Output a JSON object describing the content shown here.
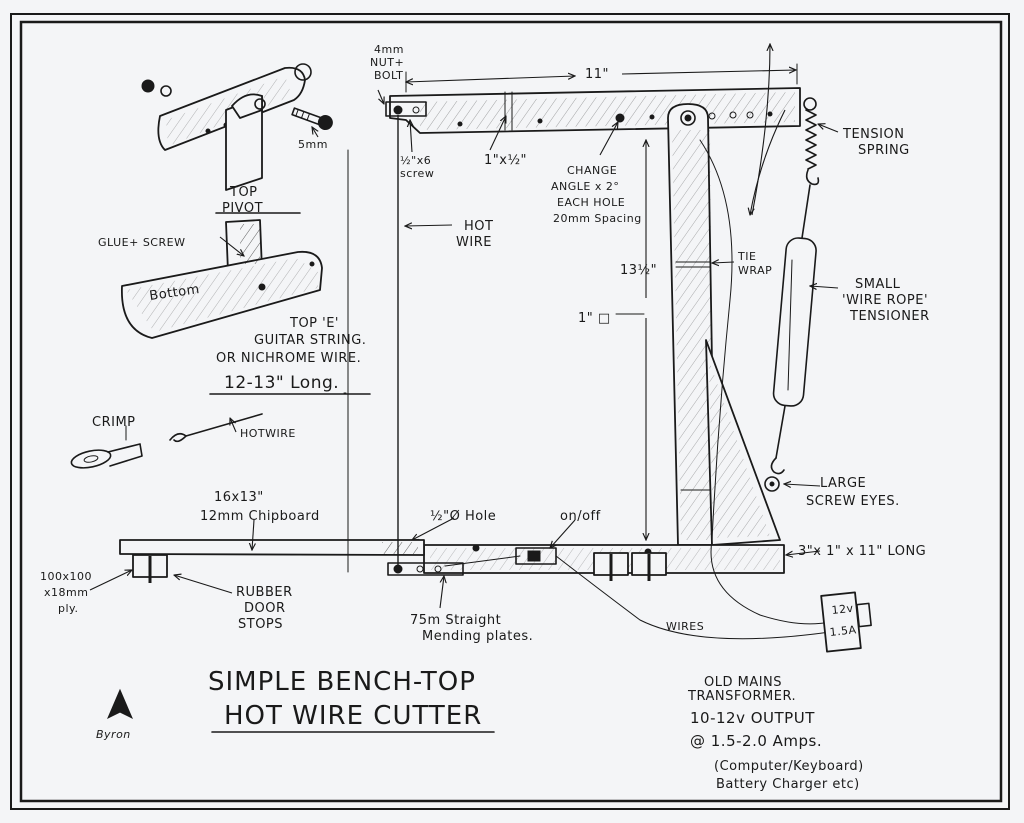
{
  "title": {
    "line1": "SIMPLE BENCH-TOP",
    "line2": "HOT WIRE CUTTER"
  },
  "signature": "Byron",
  "labels": {
    "nut_bolt": [
      "4mm",
      "NUT+",
      "BOLT"
    ],
    "dim_11": "11\"",
    "screw": [
      "½\"x6",
      "screw"
    ],
    "dim_1x_half": "1\"x½\"",
    "change_angle": [
      "CHANGE",
      "ANGLE x 2°",
      "EACH HOLE",
      "20mm Spacing"
    ],
    "tension_spring": [
      "TENSION",
      "SPRING"
    ],
    "five_mm": "5mm",
    "top_pivot": [
      "TOP",
      "PIVOT"
    ],
    "glue_screw": "GLUE+ SCREW",
    "bottom": "Bottom",
    "hot_wire_main": [
      "HOT",
      "WIRE"
    ],
    "dim_13_half": "13½\"",
    "tie_wrap": [
      "TIE",
      "WRAP"
    ],
    "small_tensioner": [
      "SMALL",
      "'WIRE ROPE'",
      "TENSIONER"
    ],
    "one_inch_square": "1\" □",
    "wire_spec": [
      "TOP 'E'",
      "GUITAR STRING.",
      "OR NICHROME WIRE."
    ],
    "wire_length": "12-13\" Long.",
    "crimp": "CRIMP",
    "hotwire_small": "HOTWIRE",
    "large_screw_eyes": [
      "LARGE",
      "SCREW EYES."
    ],
    "chipboard": [
      "16x13\"",
      "12mm Chipboard"
    ],
    "hole": "½\"Ø Hole",
    "on_off": "on/off",
    "base_piece": "3\"x 1\" x 11\" LONG",
    "ply": [
      "100x100",
      "x18mm",
      "ply."
    ],
    "door_stops": [
      "RUBBER",
      "DOOR",
      "STOPS"
    ],
    "mending_plates": [
      "75m Straight",
      "Mending plates."
    ],
    "wires": "WIRES",
    "transformer_volts": "12v",
    "transformer_amps": "1.5A",
    "transformer": [
      "OLD MAINS",
      "TRANSFORMER.",
      "10-12v OUTPUT",
      "@ 1.5-2.0 Amps.",
      "(Computer/Keyboard)",
      "Battery Charger etc)"
    ]
  }
}
